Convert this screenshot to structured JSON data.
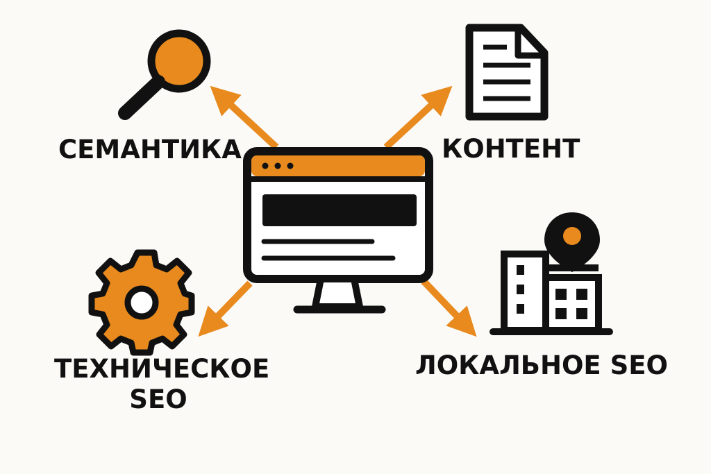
{
  "colors": {
    "accent": "#e88a1e",
    "ink": "#111111",
    "background": "#fbfaf7"
  },
  "nodes": {
    "semantics": {
      "label": "СЕМАНТИКА",
      "icon": "magnifier-icon"
    },
    "content": {
      "label": "КОНТЕНТ",
      "icon": "document-icon"
    },
    "technical": {
      "label_line1": "ТЕХНИЧЕСКОЕ",
      "label_line2": "SEO",
      "icon": "gear-icon"
    },
    "local": {
      "label": "ЛОКАЛЬНОЕ SEO",
      "icon": "building-pin-icon"
    }
  },
  "center": {
    "icon": "monitor-icon"
  }
}
